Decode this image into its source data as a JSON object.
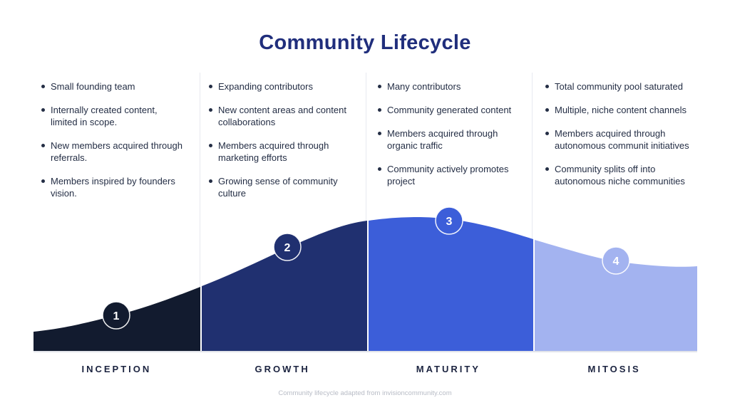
{
  "title": "Community Lifecycle",
  "footer": "Community lifecycle adapted from invisioncommunity.com",
  "phases": [
    {
      "number": "1",
      "label": "INCEPTION",
      "color": "#121b2f",
      "bullets": [
        "Small founding team",
        "Internally created content, limited in scope.",
        "New members acquired through referrals.",
        "Members inspired by founders vision."
      ]
    },
    {
      "number": "2",
      "label": "GROWTH",
      "color": "#203070",
      "bullets": [
        "Expanding contributors",
        "New content areas and content collaborations",
        "Members acquired through marketing efforts",
        "Growing sense of community culture"
      ]
    },
    {
      "number": "3",
      "label": "MATURITY",
      "color": "#3c5ed9",
      "bullets": [
        "Many contributors",
        "Community generated content",
        "Members acquired through organic traffic",
        "Community actively promotes project"
      ]
    },
    {
      "number": "4",
      "label": "MITOSIS",
      "color": "#a3b3f0",
      "bullets": [
        "Total community pool saturated",
        "Multiple, niche content channels",
        "Members acquired through autonomous communit initiatives",
        "Community splits off into autonomous niche communities"
      ]
    }
  ],
  "colors": {
    "title_text": "#202e7c",
    "body_text": "#242e45",
    "label_text": "#1c2440",
    "footer_text": "#b8bcc6",
    "divider": "#e7e9f0",
    "baseline": "#d9dce4"
  }
}
